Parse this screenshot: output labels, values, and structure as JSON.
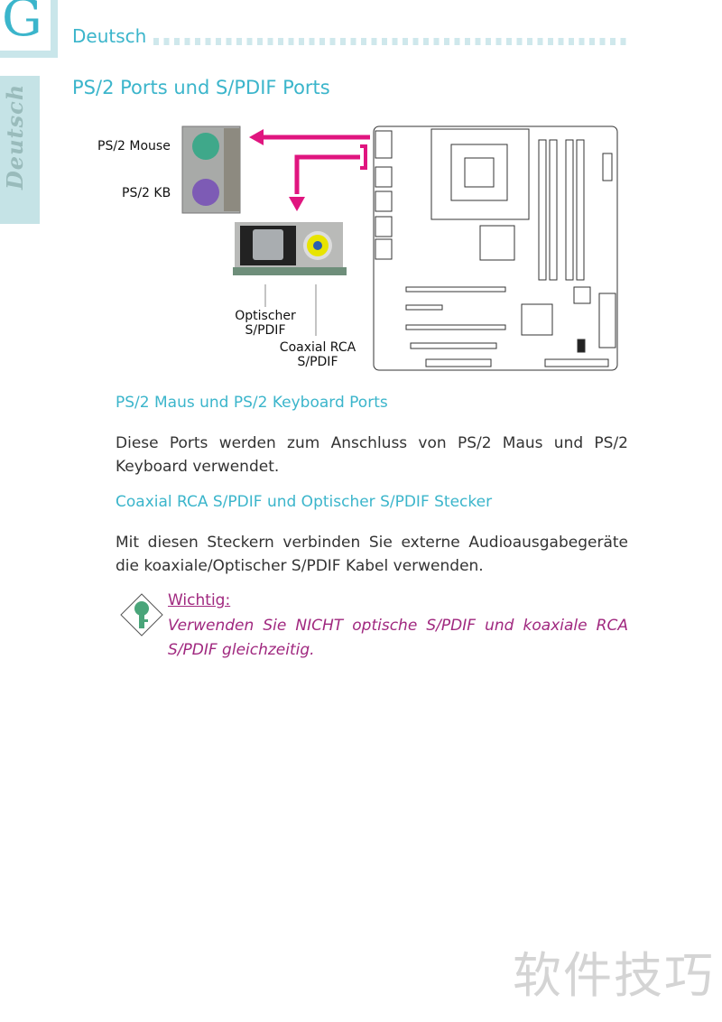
{
  "header": {
    "chapter_letter": "G",
    "section": "Deutsch",
    "side_tab": "Deutsch"
  },
  "page_title": "PS/2 Ports und S/PDIF Ports",
  "figure": {
    "labels": {
      "ps2_mouse": "PS/2  Mouse",
      "ps2_kb": "PS/2  KB",
      "optical_1": "Optischer",
      "optical_2": "S/PDIF",
      "coaxial_1": "Coaxial  RCA",
      "coaxial_2": "S/PDIF"
    },
    "colors": {
      "arrow": "#e0157f",
      "mouse_port": "#3fa88a",
      "kb_port": "#7d5bb5"
    }
  },
  "sections": [
    {
      "heading": "PS/2 Maus und PS/2 Keyboard Ports",
      "body": "Diese Ports werden zum Anschluss von PS/2 Maus und PS/2 Keyboard verwendet."
    },
    {
      "heading": "Coaxial RCA S/PDIF und Optischer S/PDIF Stecker",
      "body": "Mit diesen Steckern verbinden Sie externe Audioausgabegeräte die koaxiale/Optischer S/PDIF Kabel verwenden."
    }
  ],
  "note": {
    "title": "Wichtig:",
    "text": "Verwenden Sie NICHT optische S/PDIF und koaxiale RCA S/PDIF gleichzeitig.",
    "icon": "key-icon"
  },
  "watermark": "软件技巧"
}
